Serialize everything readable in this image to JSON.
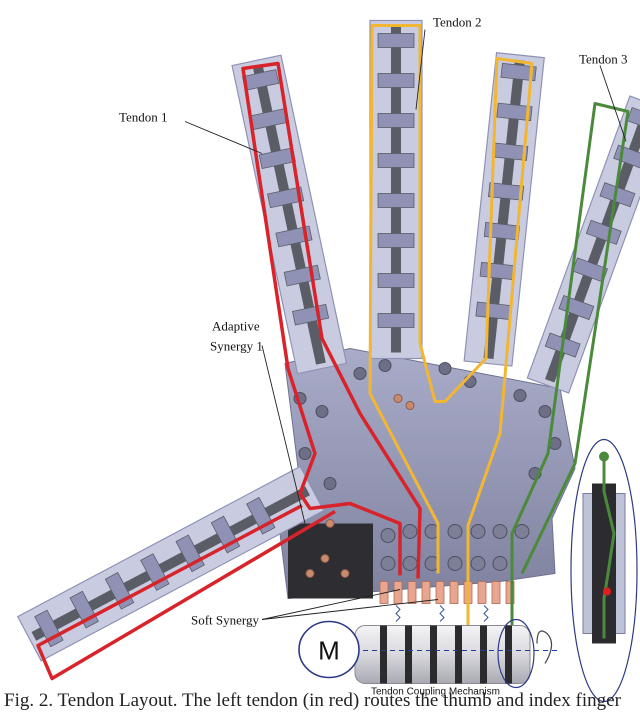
{
  "figure": {
    "labels": {
      "tendon1": "Tendon 1",
      "tendon2": "Tendon 2",
      "tendon3": "Tendon 3",
      "adaptive_line1": "Adaptive",
      "adaptive_line2": "Synergy  1",
      "soft_synergy": "Soft Synergy",
      "motor": "M",
      "coupling": "Tendon Coupling Mechanism"
    },
    "colors": {
      "tendon1": "#d8232a",
      "tendon2": "#f2b632",
      "tendon3": "#4a8a3a",
      "frame": "#8f92b4",
      "link": "#5a5d66",
      "link_light": "#c9cce0",
      "palm": "#9a9dbc",
      "pulley": "#c98a6e"
    }
  },
  "caption": "Fig. 2. Tendon Layout. The left tendon (in red) routes the thumb and index finger"
}
